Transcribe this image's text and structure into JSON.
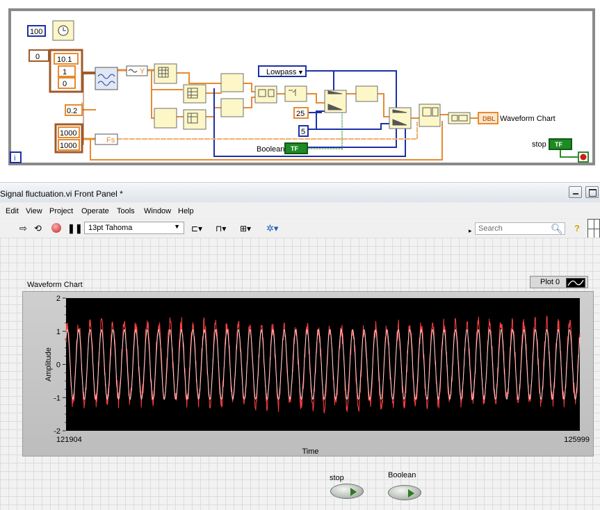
{
  "diagram": {
    "const_wait": "100",
    "const_zero": "0",
    "cluster_values": [
      "10.1",
      "1",
      "0"
    ],
    "const_noise": "0.2",
    "fs_values": [
      "1000",
      "1000"
    ],
    "fs_label": "Fs",
    "y_label": "Y",
    "filter_select": "Lowpass",
    "const_25": "25",
    "const_5": "5",
    "boolean_label": "Boolean",
    "stop_label": "stop",
    "bool_terminal": "TF",
    "chart_terminal": "DBL",
    "chart_label": "Waveform Chart",
    "loop_index": "i"
  },
  "window": {
    "title": "Signal fluctuation.vi Front Panel *",
    "menus": [
      "Edit",
      "View",
      "Project",
      "Operate",
      "Tools",
      "Window",
      "Help"
    ],
    "font_select": "13pt Tahoma",
    "search_placeholder": "Search",
    "help_glyph": "?"
  },
  "panel": {
    "chart_label": "Waveform Chart",
    "legend_label": "Plot 0",
    "stop_label": "stop",
    "boolean_label": "Boolean"
  },
  "chart_data": {
    "type": "line",
    "title": "",
    "xlabel": "Time",
    "ylabel": "Amplitude",
    "xlim": [
      121904,
      125999
    ],
    "ylim": [
      -2,
      2
    ],
    "x_ticks": [
      "121904",
      "125999"
    ],
    "y_ticks": [
      "2",
      "1",
      "0",
      "-1",
      "-2"
    ],
    "plot_area_color": "#000000",
    "series": [
      {
        "name": "Plot 0",
        "color": "#ff4040",
        "kind": "noisy sine",
        "amplitude": 1.15,
        "noise": 0.3,
        "cycles": 45
      },
      {
        "color": "#ffe0e0",
        "kind": "filtered sine",
        "amplitude": 1.05,
        "cycles": 45
      }
    ]
  }
}
